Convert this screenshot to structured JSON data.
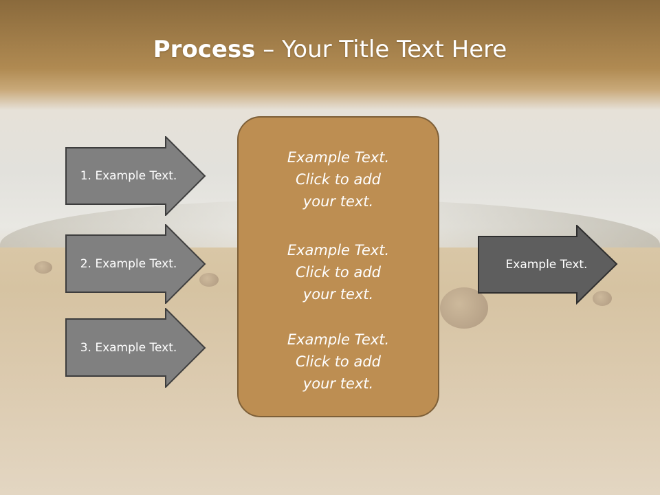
{
  "slide": {
    "title_bold": "Process",
    "title_rest": " – Your Title Text Here"
  },
  "left_arrows": [
    {
      "label": "1. Example Text."
    },
    {
      "label": "2. Example Text."
    },
    {
      "label": "3. Example Text."
    }
  ],
  "center_box": {
    "blocks": [
      {
        "lines": [
          "Example Text.",
          "Click  to add",
          "your text."
        ]
      },
      {
        "lines": [
          "Example Text.",
          "Click  to add",
          "your text."
        ]
      },
      {
        "lines": [
          "Example Text.",
          "Click  to add",
          "your text."
        ]
      }
    ]
  },
  "right_arrow": {
    "label": "Example Text."
  },
  "colors": {
    "header_brown": "#8a6a3c",
    "box_fill": "#bd8e52",
    "left_arrow_fill": "#808080",
    "right_arrow_fill": "#5e5e5e"
  }
}
